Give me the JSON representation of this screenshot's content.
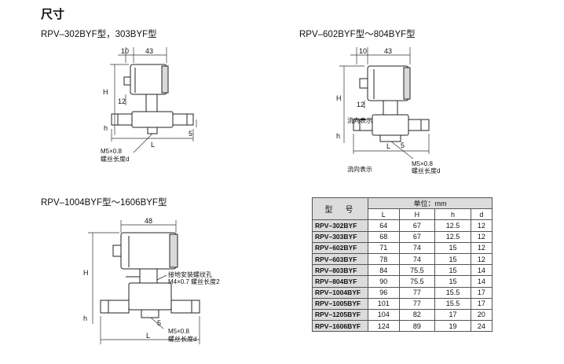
{
  "page": {
    "title": "尺寸"
  },
  "drawings": [
    {
      "caption": "RPV–302BYF型，303BYF型",
      "dims": {
        "a": "10",
        "b": "43",
        "H": "H",
        "c": "12",
        "h": "h",
        "L": "L",
        "d5": "5"
      },
      "notes": [
        "M5×0.8",
        "螺丝长度d"
      ]
    },
    {
      "caption": "RPV–602BYF型～804BYF型",
      "dims": {
        "a": "10",
        "b": "43",
        "H": "H",
        "c": "12",
        "h": "h",
        "L": "L",
        "d5": "5"
      },
      "flow": "流向表示",
      "notes": [
        "M5×0.8",
        "螺丝长度d"
      ]
    },
    {
      "caption": "RPV–1004BYF型～1606BYF型",
      "dims": {
        "b": "48",
        "H": "H",
        "h": "h",
        "L": "L",
        "d5": "5"
      },
      "side_notes": [
        "接地安装螺纹孔",
        "M4×0.7 螺丝长度2"
      ],
      "notes": [
        "M5×0.8",
        "螺丝长度d"
      ]
    }
  ],
  "table": {
    "model_header": "型　号",
    "unit_header": "单位：mm",
    "columns": [
      "L",
      "H",
      "h",
      "d"
    ],
    "rows": [
      {
        "model": "RPV–302BYF",
        "L": "64",
        "H": "67",
        "h": "12.5",
        "d": "12"
      },
      {
        "model": "RPV–303BYF",
        "L": "68",
        "H": "67",
        "h": "12.5",
        "d": "12"
      },
      {
        "model": "RPV–602BYF",
        "L": "71",
        "H": "74",
        "h": "15",
        "d": "12"
      },
      {
        "model": "RPV–603BYF",
        "L": "78",
        "H": "74",
        "h": "15",
        "d": "12"
      },
      {
        "model": "RPV–803BYF",
        "L": "84",
        "H": "75.5",
        "h": "15",
        "d": "14"
      },
      {
        "model": "RPV–804BYF",
        "L": "90",
        "H": "75.5",
        "h": "15",
        "d": "14"
      },
      {
        "model": "RPV–1004BYF",
        "L": "96",
        "H": "77",
        "h": "15.5",
        "d": "17"
      },
      {
        "model": "RPV–1005BYF",
        "L": "101",
        "H": "77",
        "h": "15.5",
        "d": "17"
      },
      {
        "model": "RPV–1205BYF",
        "L": "104",
        "H": "82",
        "h": "17",
        "d": "20"
      },
      {
        "model": "RPV–1606BYF",
        "L": "124",
        "H": "89",
        "h": "19",
        "d": "24"
      }
    ]
  }
}
